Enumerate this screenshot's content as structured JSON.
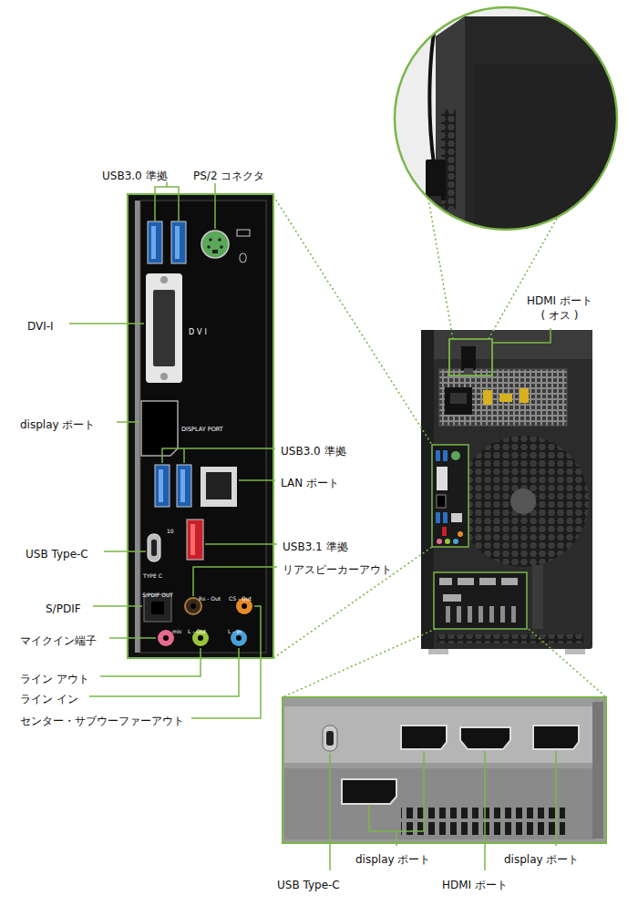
{
  "diagram": {
    "labels": [
      "USB3.0 準拠",
      "PS/2 コネクタ",
      "DVI-I",
      "display ポート",
      "USB3.0 準拠",
      "LAN ポート",
      "USB Type-C",
      "USB3.1 準拠",
      "リアスピーカーアウト",
      "S/PDIF",
      "マイクイン端子",
      "ライン アウト",
      "ライン イン",
      "センター・サブウーファーアウト",
      "HDMI ポート ( オス )",
      "display ポート",
      "HDMI ポート",
      "display ポート",
      "USB Type-C",
      "DVI",
      "DISPLAY PORT",
      "10",
      "TYPE C",
      "S/PDIF OUT",
      "Rs - Out",
      "CS - Out",
      "mic",
      "L - Out",
      "L - In"
    ]
  }
}
